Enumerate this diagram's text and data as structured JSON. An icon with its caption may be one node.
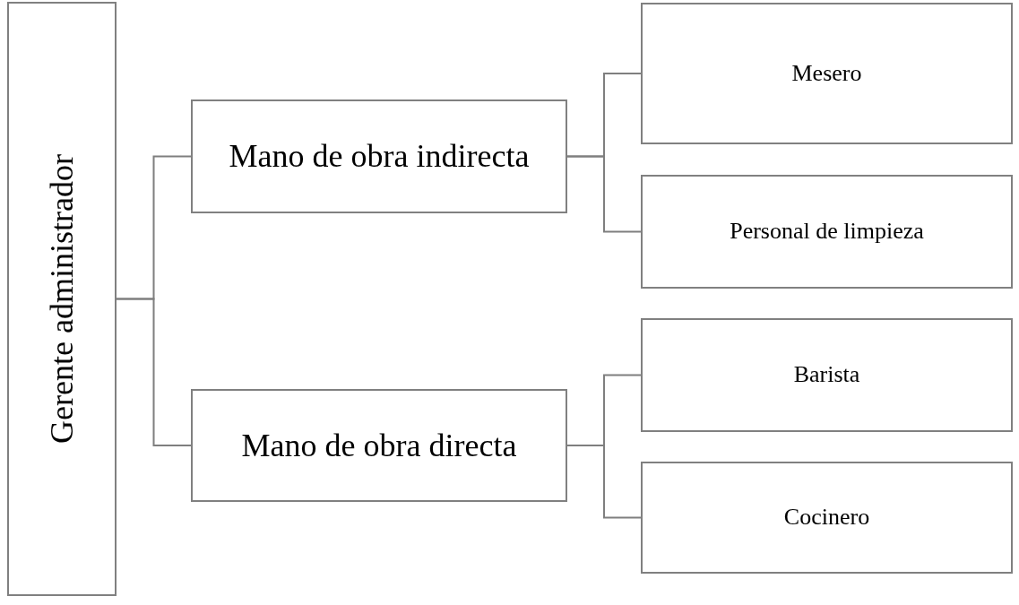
{
  "diagram": {
    "nodes": [
      {
        "text": [
          "Gerente administrador"
        ]
      },
      {
        "text": [
          "Mano de obra indirecta"
        ]
      },
      {
        "text": [
          "Mano de obra directa"
        ]
      },
      {
        "text": [
          "Mesero"
        ]
      },
      {
        "text": [
          "Personal de limpieza"
        ]
      },
      {
        "text": [
          "Barista"
        ]
      },
      {
        "text": [
          "Cocinero"
        ]
      }
    ],
    "edges": [
      {
        "from": 0,
        "to": 1,
        "arrow": "none"
      },
      {
        "from": 0,
        "to": 2,
        "arrow": "none"
      },
      {
        "from": 1,
        "to": 3,
        "arrow": "none"
      },
      {
        "from": 1,
        "to": 4,
        "arrow": "none"
      },
      {
        "from": 2,
        "to": 5,
        "arrow": "none"
      },
      {
        "from": 2,
        "to": 6,
        "arrow": "none"
      }
    ]
  }
}
